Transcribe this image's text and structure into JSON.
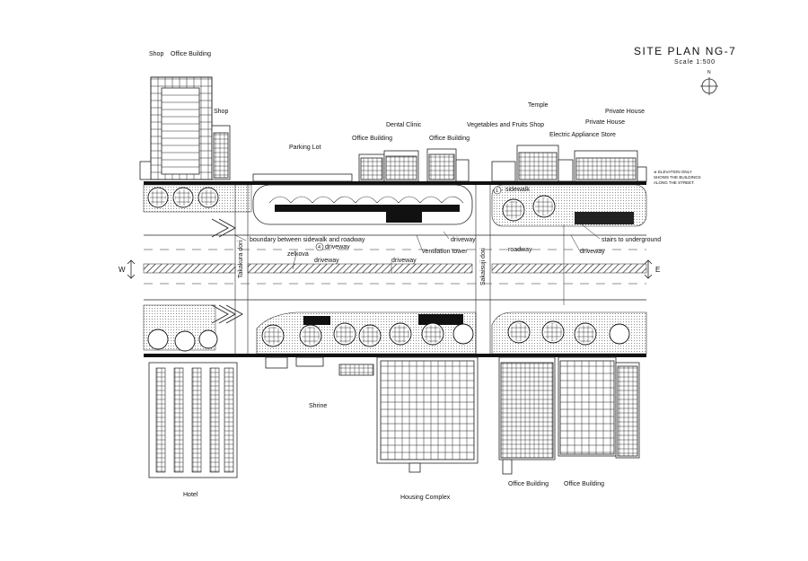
{
  "title": "SITE PLAN NG-7",
  "scale": "Scale 1:500",
  "compass": {
    "north": "N",
    "icon": "north-arrow-circle"
  },
  "directions": {
    "west": "W",
    "east": "E"
  },
  "note": "※ ELEVATION ONLY SHOWS THE BUILDINGS ALONG THE STREET.",
  "streets": {
    "left": "Takakura dori",
    "right": "Sakaisuji dori"
  },
  "north_labels": {
    "shop_top": "Shop",
    "office_top": "Office Building",
    "shop_side": "Shop",
    "parking": "Parking Lot",
    "office_1": "Office Building",
    "dental": "Dental Clinic",
    "office_2": "Office Building",
    "temple": "Temple",
    "veg_shop": "Vegetables and Fruits Shop",
    "private_1": "Private House",
    "private_2": "Private House",
    "electric": "Electric Appliance Store"
  },
  "road_labels": {
    "sidewalk": "sidewalk",
    "boundary": "boundary between sidewalk and roadway",
    "driveway_1": "driveway",
    "zelkova": "zelkova",
    "driveway_2": "driveway",
    "driveway_3": "driveway",
    "ventilation": "ventilation tower",
    "roadway": "roadway",
    "stairs": "stairs to underground",
    "driveway_4": "driveway",
    "circle_1": "1",
    "circle_4": "4"
  },
  "south_labels": {
    "hotel": "Hotel",
    "shrine": "Shrine",
    "housing": "Housing Complex",
    "office_3": "Office Building",
    "office_4": "Office Building"
  }
}
